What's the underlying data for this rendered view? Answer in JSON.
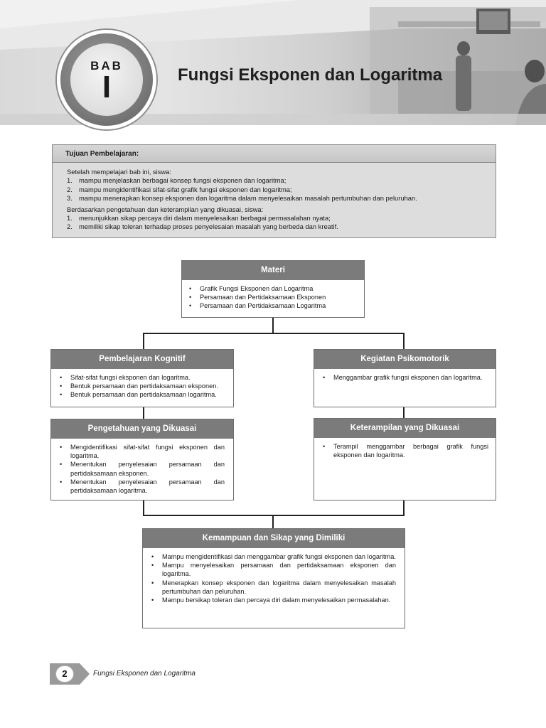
{
  "chapter": {
    "label": "BAB",
    "number": "I",
    "title": "Fungsi Eksponen dan Logaritma"
  },
  "objectives": {
    "heading": "Tujuan Pembelajaran:",
    "intro": "Setelah mempelajari bab ini, siswa:",
    "items": [
      {
        "num": "1.",
        "text": "mampu menjelaskan berbagai konsep fungsi eksponen dan logaritma;"
      },
      {
        "num": "2.",
        "text": "mampu mengidentifikasi sifat-sifat grafik fungsi eksponen dan logaritma;"
      },
      {
        "num": "3.",
        "text": "mampu menerapkan konsep eksponen dan logaritma dalam menyelesaikan masalah pertumbuhan dan peluruhan."
      }
    ],
    "intro2": "Berdasarkan pengetahuan dan keterampilan yang dikuasai, siswa:",
    "items2": [
      {
        "num": "1.",
        "text": "menunjukkan sikap percaya diri dalam menyelesaikan berbagai permasalahan nyata;"
      },
      {
        "num": "2.",
        "text": "memiliki sikap toleran terhadap proses penyelesaian masalah yang berbeda dan kreatif."
      }
    ]
  },
  "materi": {
    "title": "Materi",
    "items": [
      "Grafik Fungsi Eksponen dan Logaritma",
      "Persamaan dan Pertidaksamaan Eksponen",
      "Persamaan dan Pertidaksamaan Logaritma"
    ]
  },
  "kognitif": {
    "title": "Pembelajaran Kognitif",
    "items": [
      "Sifat-sifat fungsi eksponen dan logaritma.",
      "Bentuk persamaan dan pertidaksamaan eksponen.",
      "Bentuk persamaan dan pertidaksamaan logaritma."
    ]
  },
  "psikomotorik": {
    "title": "Kegiatan Psikomotorik",
    "items": [
      "Menggambar grafik fungsi eksponen dan logaritma."
    ]
  },
  "pengetahuan": {
    "title": "Pengetahuan yang Dikuasai",
    "items": [
      "Mengidentifikasi sifat-sifat fungsi eksponen dan logaritma.",
      "Menentukan penyelesaian persamaan dan pertidaksamaan eksponen.",
      "Menentukan penyelesaian persamaan dan pertidaksamaan logaritma."
    ]
  },
  "keterampilan": {
    "title": "Keterampilan yang Dikuasai",
    "items": [
      "Terampil menggambar berbagai grafik fungsi eksponen dan logaritma."
    ]
  },
  "kemampuan": {
    "title": "Kemampuan dan Sikap yang Dimiliki",
    "items": [
      "Mampu mengidentifikasi dan menggambar grafik fungsi eksponen dan logaritma.",
      "Mampu menyelesaikan persamaan dan pertidaksamaan eksponen dan logaritma.",
      "Menerapkan konsep eksponen dan logaritma dalam menyelesaikan masalah pertumbuhan dan peluruhan.",
      "Mampu bersikap toleran dan percaya diri dalam menyelesaikan permasalahan."
    ]
  },
  "footer": {
    "page_number": "2",
    "running_title": "Fungsi Eksponen dan Logaritma"
  },
  "bullet": "•"
}
